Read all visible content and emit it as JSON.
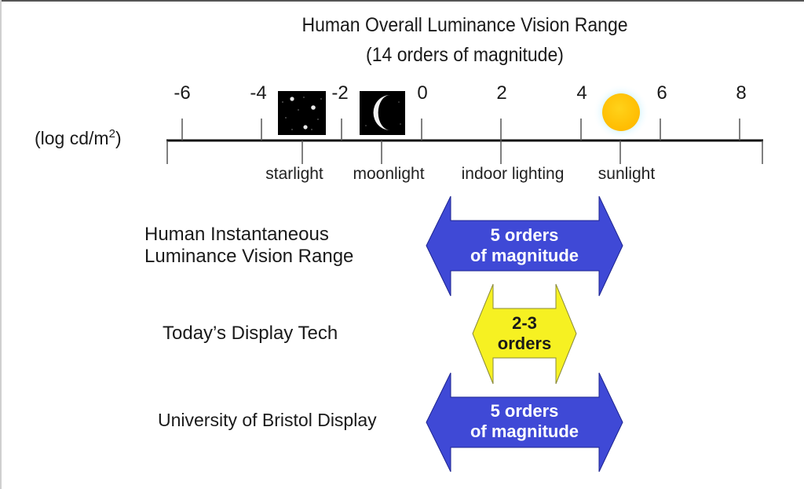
{
  "title": {
    "line1": "Human Overall Luminance Vision Range",
    "line2": "(14 orders of magnitude)"
  },
  "axis": {
    "unit_prefix": "(log cd/m",
    "unit_sup": "2",
    "unit_suffix": ")",
    "ticks": [
      "-6",
      "-4",
      "-2",
      "0",
      "2",
      "4",
      "6",
      "8"
    ]
  },
  "categories": {
    "starlight": "starlight",
    "moonlight": "moonlight",
    "indoor": "indoor lighting",
    "sunlight": "sunlight"
  },
  "icons": {
    "starlight": "starry-night-icon",
    "moonlight": "crescent-moon-icon",
    "sunlight": "sun-icon"
  },
  "rows": [
    {
      "label_line1": "Human Instantaneous",
      "label_line2": "Luminance Vision Range",
      "arrow_line1": "5 orders",
      "arrow_line2": "of magnitude",
      "color": "#3f49d6"
    },
    {
      "label_line1": "Today’s Display Tech",
      "arrow_line1": "2-3",
      "arrow_line2": "orders",
      "color": "#f6f122"
    },
    {
      "label_line1": "University of Bristol Display",
      "arrow_line1": "5 orders",
      "arrow_line2": "of magnitude",
      "color": "#3f49d6"
    }
  ],
  "colors": {
    "blue_arrow": "#3f49d6",
    "yellow_arrow": "#f6f122",
    "sun": "#ffc20e",
    "sun_glow": "#c8f2ff"
  }
}
